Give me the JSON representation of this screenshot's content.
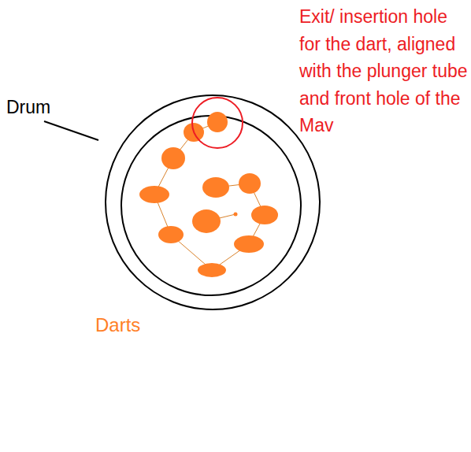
{
  "diagram": {
    "labels": [
      "Drum",
      "Exit/ insertion hole for the dart, aligned with the plunger tube and front hole of the Mav",
      "Darts"
    ]
  }
}
